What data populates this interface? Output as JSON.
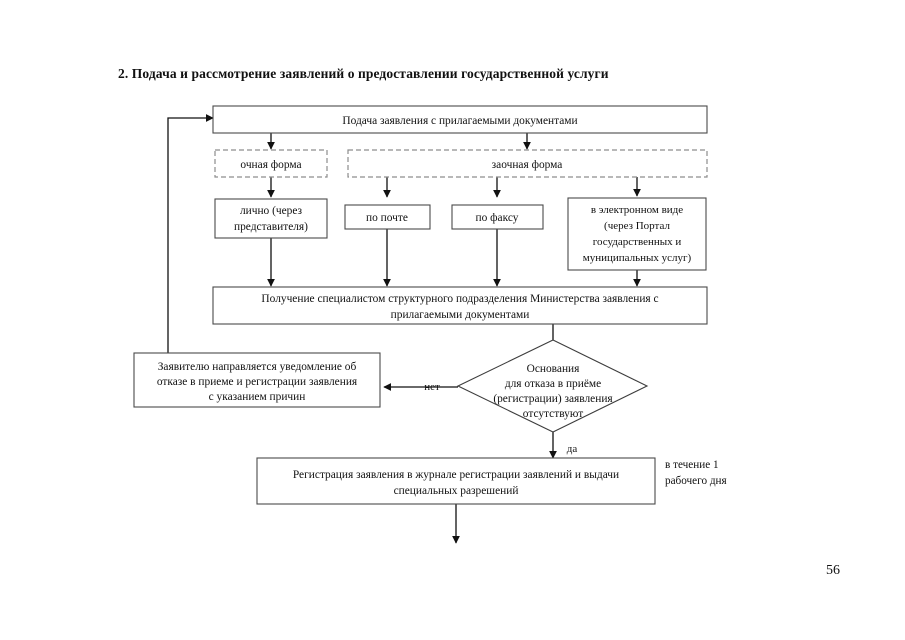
{
  "document": {
    "page_number": "56",
    "heading": "2. Подача и рассмотрение заявлений о предоставлении государственной услуги"
  },
  "chart_data": {
    "type": "diagram",
    "diagram_kind": "flowchart",
    "title": "2. Подача и рассмотрение заявлений о предоставлении государственной услуги",
    "orientation": "top-to-bottom",
    "nodes": [
      {
        "id": "submit",
        "shape": "rectangle",
        "style": "solid",
        "lines": [
          "Подача заявления с прилагаемыми документами"
        ]
      },
      {
        "id": "in-person-form",
        "shape": "rectangle",
        "style": "dashed",
        "lines": [
          "очная форма"
        ]
      },
      {
        "id": "remote-form",
        "shape": "rectangle",
        "style": "dashed",
        "lines": [
          "заочная форма"
        ]
      },
      {
        "id": "personally",
        "shape": "rectangle",
        "style": "solid",
        "lines": [
          "лично (через",
          "представителя)"
        ]
      },
      {
        "id": "by-mail",
        "shape": "rectangle",
        "style": "solid",
        "lines": [
          "по почте"
        ]
      },
      {
        "id": "by-fax",
        "shape": "rectangle",
        "style": "solid",
        "lines": [
          "по факсу"
        ]
      },
      {
        "id": "electronic",
        "shape": "rectangle",
        "style": "solid",
        "lines": [
          "в электронном виде",
          "(через Портал",
          "государственных и",
          "муниципальных услуг)"
        ]
      },
      {
        "id": "received",
        "shape": "rectangle",
        "style": "solid",
        "lines": [
          "Получение специалистом структурного подразделения Министерства заявления с",
          "прилагаемыми документами"
        ]
      },
      {
        "id": "decision",
        "shape": "diamond",
        "style": "solid",
        "lines": [
          "Основания",
          "для отказа в приёме",
          "(регистрации) заявления",
          "отсутствуют"
        ]
      },
      {
        "id": "refusal",
        "shape": "rectangle",
        "style": "solid",
        "lines": [
          "Заявителю направляется уведомление об",
          "отказе в приеме и регистрации заявления",
          "с указанием причин"
        ]
      },
      {
        "id": "registration",
        "shape": "rectangle",
        "style": "solid",
        "lines": [
          "Регистрация заявления в журнале регистрации заявлений и выдачи",
          "специальных разрешений"
        ]
      }
    ],
    "edges": [
      {
        "from": "submit",
        "to": "in-person-form",
        "label": ""
      },
      {
        "from": "submit",
        "to": "remote-form",
        "label": ""
      },
      {
        "from": "in-person-form",
        "to": "personally",
        "label": ""
      },
      {
        "from": "remote-form",
        "to": "by-mail",
        "label": ""
      },
      {
        "from": "remote-form",
        "to": "by-fax",
        "label": ""
      },
      {
        "from": "remote-form",
        "to": "electronic",
        "label": ""
      },
      {
        "from": "personally",
        "to": "received",
        "label": ""
      },
      {
        "from": "by-mail",
        "to": "received",
        "label": ""
      },
      {
        "from": "by-fax",
        "to": "received",
        "label": ""
      },
      {
        "from": "electronic",
        "to": "received",
        "label": ""
      },
      {
        "from": "received",
        "to": "decision",
        "label": ""
      },
      {
        "from": "decision",
        "to": "refusal",
        "label": "нет"
      },
      {
        "from": "decision",
        "to": "registration",
        "label": "да"
      },
      {
        "from": "refusal",
        "to": "submit",
        "label": ""
      },
      {
        "from": "registration",
        "to": "",
        "label": ""
      }
    ],
    "edge_labels": {
      "no": "нет",
      "yes": "да"
    },
    "annotations": [
      {
        "id": "timing-note",
        "lines": [
          "в течение 1",
          "рабочего дня"
        ]
      }
    ]
  }
}
